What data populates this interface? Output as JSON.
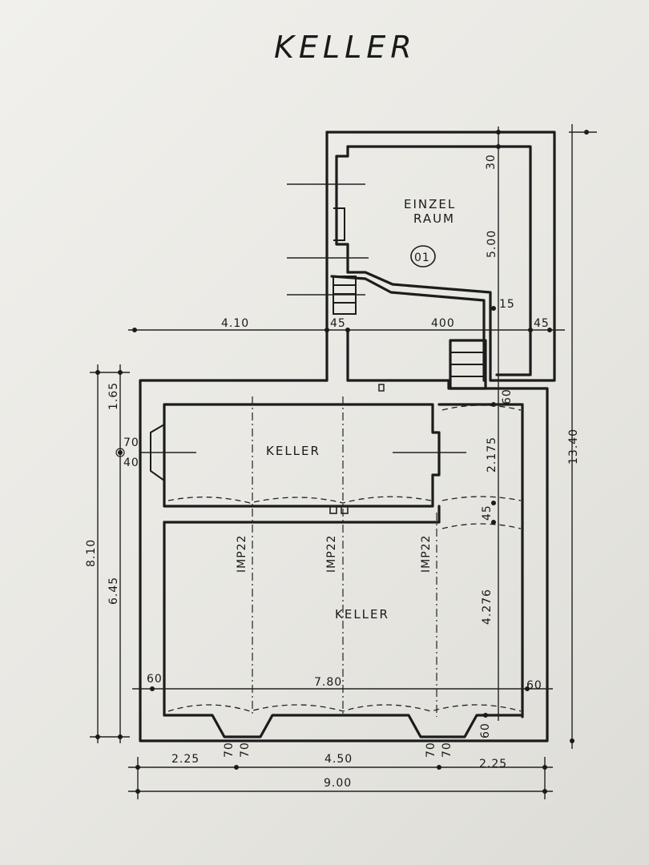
{
  "title": "KELLER",
  "rooms": {
    "einzel_line1": "EINZEL",
    "einzel_line2": "RAUM",
    "room_number": "01",
    "keller_upper": "KELLER",
    "keller_lower": "KELLER"
  },
  "beams": [
    "IMP22",
    "IMP22",
    "IMP22"
  ],
  "dimensions": {
    "top_left": "4.10",
    "top_wall_a": "45",
    "top_mid": "400",
    "top_wall_b": "45",
    "right_total": "13.40",
    "einzel_height": "5.00",
    "einzel_top": "30",
    "einzel_wall": "15",
    "stair_gap": "60",
    "upper_keller_height": "2.175",
    "mid_wall": "45",
    "lower_keller_height": "4.276",
    "left_total": "8.10",
    "left_upper": "1.65",
    "left_lower": "6.45",
    "niche_a": "70",
    "niche_b": "40",
    "inner_width": "7.80",
    "wall_left": "60",
    "wall_right": "60",
    "wall_bottom_right": "60",
    "bottom_left": "2.25",
    "bottom_p1": "70",
    "bottom_p2": "70",
    "bottom_mid": "4.50",
    "bottom_p3": "70",
    "bottom_p4": "70",
    "bottom_right": "2.25",
    "bottom_total": "9.00"
  }
}
